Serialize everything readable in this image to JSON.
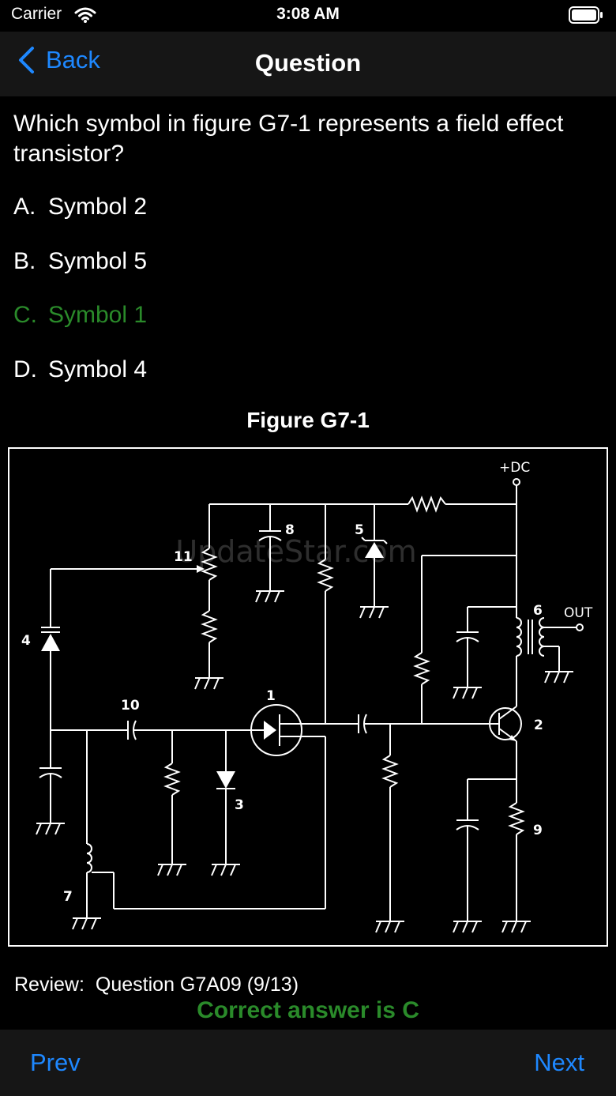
{
  "status": {
    "carrier": "Carrier",
    "time": "3:08 AM"
  },
  "nav": {
    "back_label": "Back",
    "title": "Question"
  },
  "question": {
    "text": "Which symbol in figure G7-1 represents a field effect transistor?",
    "answers": [
      {
        "letter": "A.",
        "text": "Symbol 2"
      },
      {
        "letter": "B.",
        "text": "Symbol 5"
      },
      {
        "letter": "C.",
        "text": "Symbol 1"
      },
      {
        "letter": "D.",
        "text": "Symbol 4"
      }
    ]
  },
  "figure": {
    "title": "Figure G7-1",
    "labels": {
      "dc": "+DC",
      "out": "OUT",
      "s1": "1",
      "s2": "2",
      "s3": "3",
      "s4": "4",
      "s5": "5",
      "s6": "6",
      "s7": "7",
      "s8": "8",
      "s9": "9",
      "s10": "10",
      "s11": "11"
    },
    "watermark": "UpdateStar.com"
  },
  "review": {
    "label": "Review:",
    "value": "Question G7A09 (9/13)"
  },
  "verdict": "Correct answer is C",
  "toolbar": {
    "prev_label": "Prev",
    "next_label": "Next"
  },
  "colors": {
    "accent": "#1e88ff",
    "correct": "#2a8a2a",
    "bar": "#161616"
  }
}
